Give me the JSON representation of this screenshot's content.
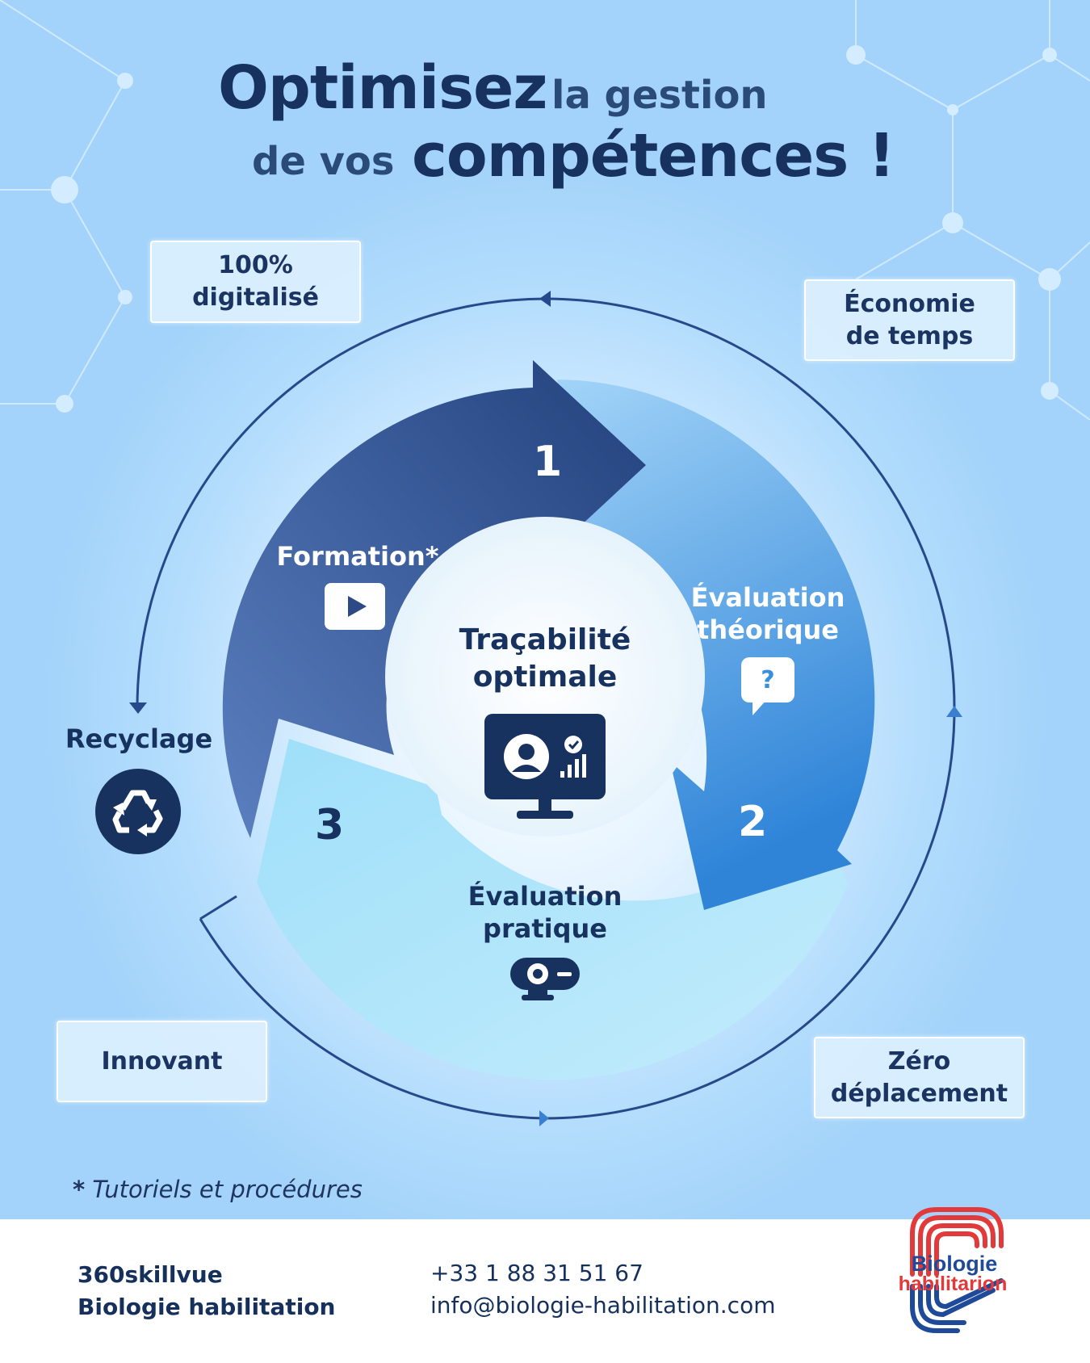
{
  "header": {
    "title_part1": "Optimisez",
    "title_part2": "la gestion",
    "title_part3": "de vos",
    "title_part4": "compétences !"
  },
  "benefits": {
    "top_left": "100%\ndigitalisé",
    "top_right": "Économie\nde temps",
    "bottom_left": "Innovant",
    "bottom_right": "Zéro\ndéplacement"
  },
  "cycle": {
    "step1": {
      "number": "1",
      "label": "Formation*",
      "icon": "play-icon"
    },
    "step2": {
      "number": "2",
      "label": "Évaluation\nthéorique",
      "icon": "question-bubble-icon"
    },
    "step3": {
      "number": "3",
      "label": "Évaluation\npratique",
      "icon": "webcam-icon"
    },
    "center": {
      "label": "Traçabilité\noptimale",
      "icon": "monitor-profile-icon"
    },
    "recycle": {
      "label": "Recyclage",
      "icon": "recycle-icon"
    }
  },
  "footnote": {
    "star": "*",
    "text": "Tutoriels et procédures"
  },
  "footer": {
    "company_line1": "360skillvue",
    "company_line2": "Biologie habilitation",
    "phone": "+33 1 88 31 51 67",
    "email": "info@biologie-habilitation.com",
    "logo_line1": "Biologie",
    "logo_line2": "habilitarion"
  },
  "colors": {
    "navy": "#17325f",
    "step1": "#2d4a86",
    "step2": "#3a8ede",
    "step3": "#a9e4fb",
    "logo_red": "#e23a3a",
    "logo_blue": "#1f4a9a"
  }
}
